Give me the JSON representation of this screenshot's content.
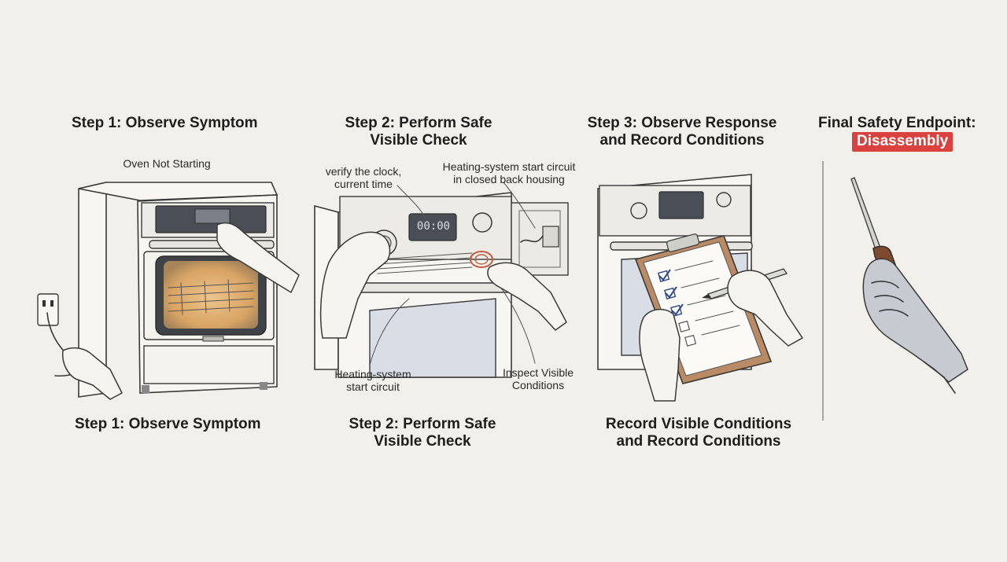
{
  "panels": [
    {
      "heading": "Step 1: Observe Symptom",
      "label": "Oven Not Starting",
      "caption": "Step 1: Observe Symptom"
    },
    {
      "heading_line1": "Step 2: Perform Safe",
      "heading_line2": "Visible Check",
      "callout_clock_line1": "verify the clock,",
      "callout_clock_line2": "current time",
      "callout_circuit_line1": "Heating-system start circuit",
      "callout_circuit_line2": "in closed back housing",
      "callout_start_line1": "Heating-system",
      "callout_start_line2": "start circuit",
      "callout_inspect_line1": "Inspect Visible",
      "callout_inspect_line2": "Conditions",
      "clock_display": "00:00",
      "caption_line1": "Step 2: Perform Safe",
      "caption_line2": "Visible Check"
    },
    {
      "heading_line1": "Step 3: Observe Response",
      "heading_line2": "and Record Conditions",
      "caption_line1": "Record Visible Conditions",
      "caption_line2": "and Record Conditions"
    },
    {
      "heading": "Final Safety Endpoint:",
      "badge": "Disassembly"
    }
  ],
  "colors": {
    "background": "#f2f0ea",
    "badge": "#d9423f",
    "oven_glow": "#e3b774",
    "clipboard": "#b98a63"
  },
  "icons": [
    "oven-icon",
    "outlet-icon",
    "hand-icon",
    "knob-icon",
    "clipboard-icon",
    "checkbox-icon",
    "pen-icon",
    "screwdriver-icon",
    "glove-icon"
  ]
}
